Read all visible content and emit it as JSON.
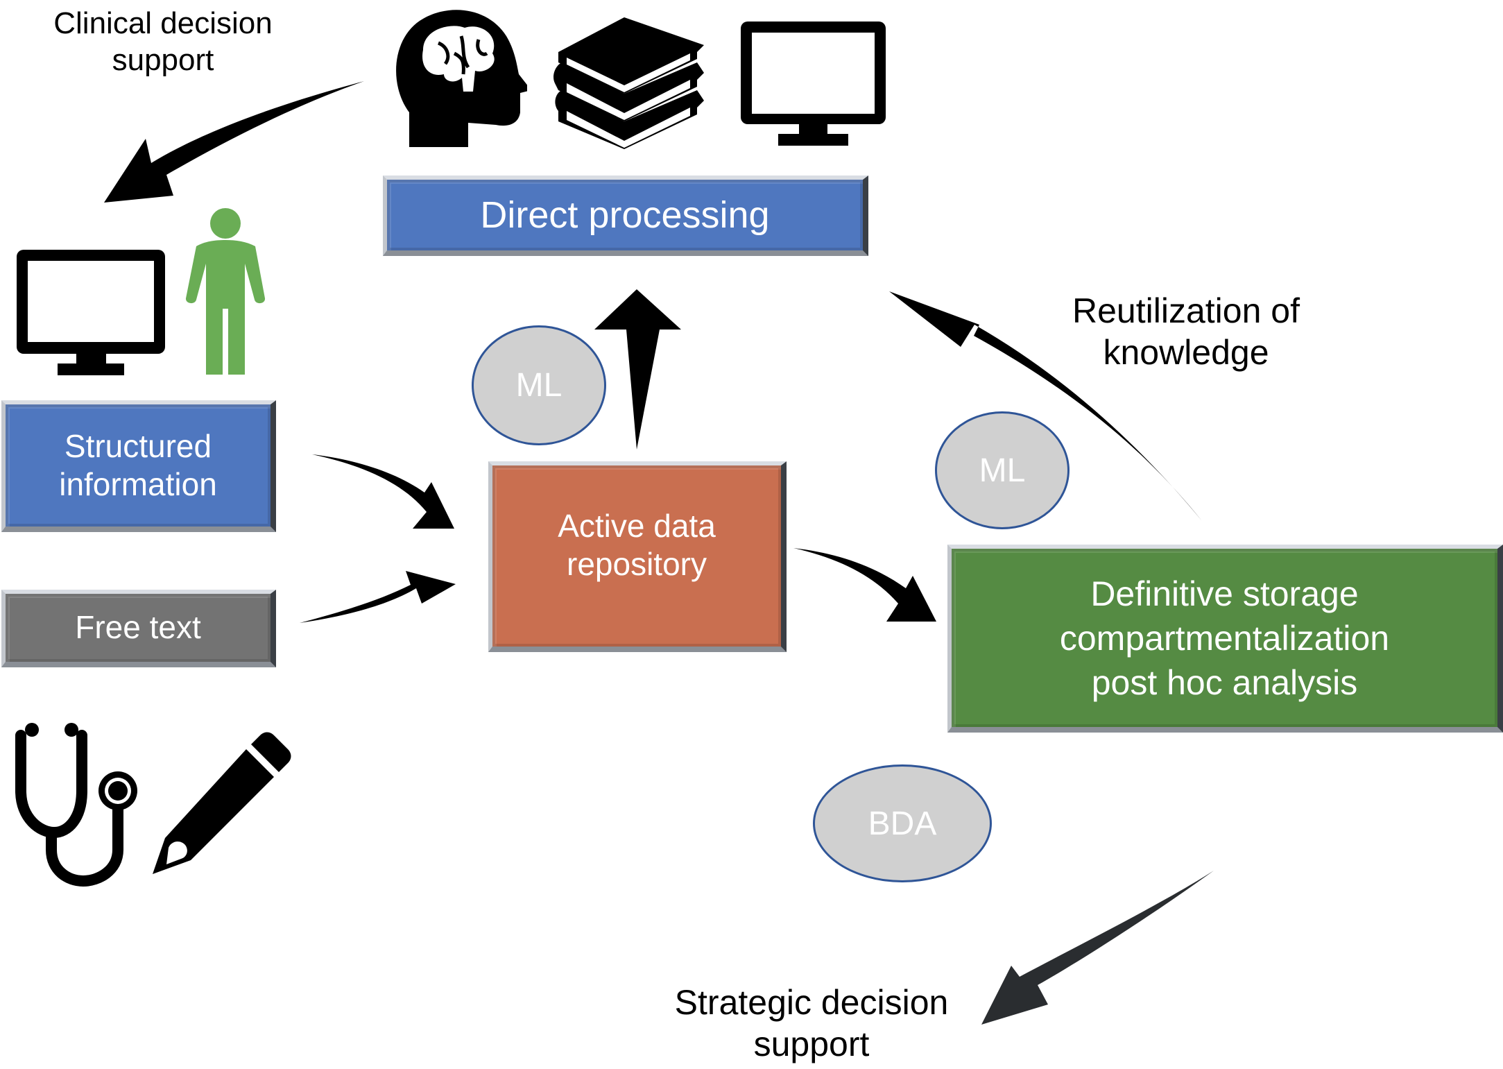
{
  "labels": {
    "clinical_decision_support": "Clinical decision\nsupport",
    "reutilization_of_knowledge": "Reutilization of\nknowledge",
    "strategic_decision_support": "Strategic decision\nsupport"
  },
  "boxes": {
    "direct_processing": {
      "text": "Direct processing",
      "color": "#4f77bf"
    },
    "structured_information": {
      "text": "Structured\ninformation",
      "color": "#4f77bf"
    },
    "free_text": {
      "text": "Free text",
      "color": "#737373"
    },
    "active_data_repository": {
      "text": "Active data\nrepository",
      "color": "#c96f50"
    },
    "definitive_storage": {
      "text": "Definitive storage\ncompartmentalization\npost hoc analysis",
      "color": "#558b43"
    }
  },
  "bubbles": {
    "ml_left": "ML",
    "ml_right": "ML",
    "bda": "BDA"
  },
  "icons": {
    "top": [
      "brain-head-icon",
      "books-stack-icon",
      "monitor-icon"
    ],
    "left": [
      "monitor-icon",
      "person-icon"
    ],
    "bottom": [
      "stethoscope-icon",
      "pencil-icon"
    ],
    "person_color": "#6aad55"
  }
}
